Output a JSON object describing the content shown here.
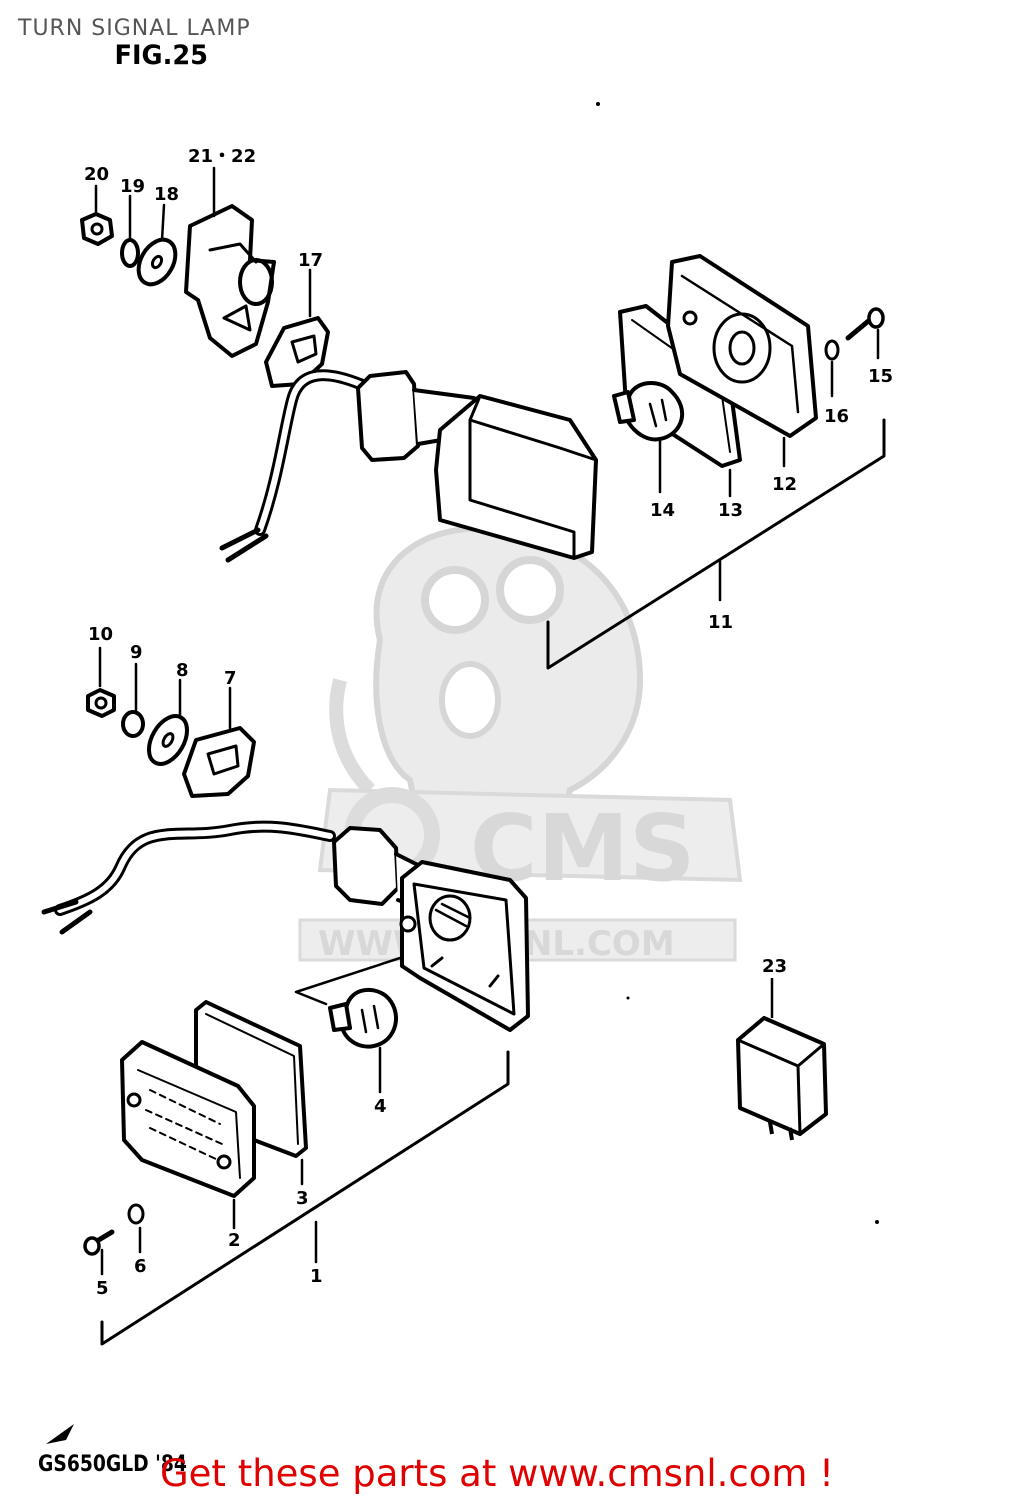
{
  "page": {
    "title": "TURN SIGNAL LAMP",
    "figure": "FIG.25",
    "model_code": "GS650GLD '84",
    "promo": "Get these parts at www.cmsnl.com !"
  },
  "watermark": {
    "brand": "CMS",
    "url": "WWW.CMSNL.COM"
  },
  "callouts": {
    "p1": "1",
    "p2": "2",
    "p3": "3",
    "p4": "4",
    "p5": "5",
    "p6": "6",
    "p7": "7",
    "p8": "8",
    "p9": "9",
    "p10": "10",
    "p11": "11",
    "p12": "12",
    "p13": "13",
    "p14": "14",
    "p15": "15",
    "p16": "16",
    "p17": "17",
    "p18": "18",
    "p19": "19",
    "p20": "20",
    "p21_22": "21・22",
    "p23": "23"
  }
}
